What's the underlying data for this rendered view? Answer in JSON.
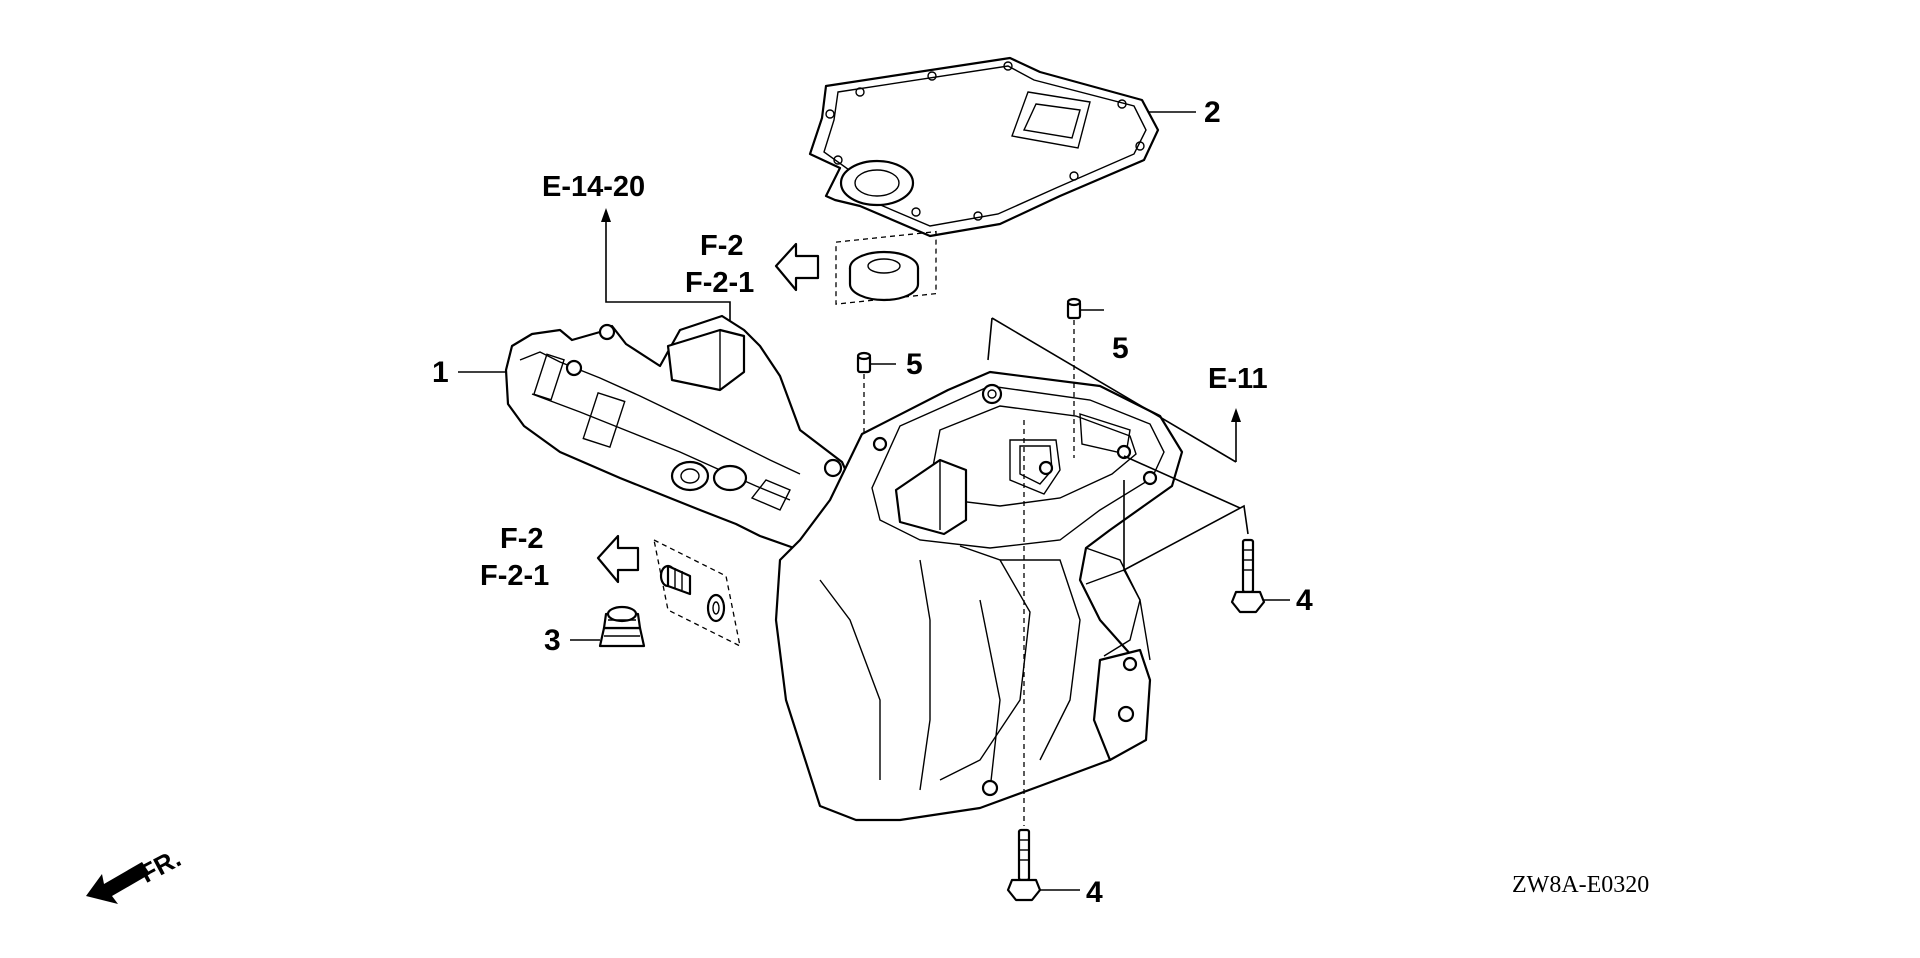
{
  "callouts": {
    "c1": "1",
    "c2": "2",
    "c3": "3",
    "c4a": "4",
    "c4b": "4",
    "c5a": "5",
    "c5b": "5"
  },
  "refs": {
    "e1420": "E-14-20",
    "e11": "E-11",
    "f2_top": "F-2",
    "f21_top": "F-2-1",
    "f2_bottom": "F-2",
    "f21_bottom": "F-2-1"
  },
  "front_indicator": "FR.",
  "diagram_code": "ZW8A-E0320",
  "icons": [
    "front-arrow-icon",
    "reference-arrow-icon"
  ]
}
